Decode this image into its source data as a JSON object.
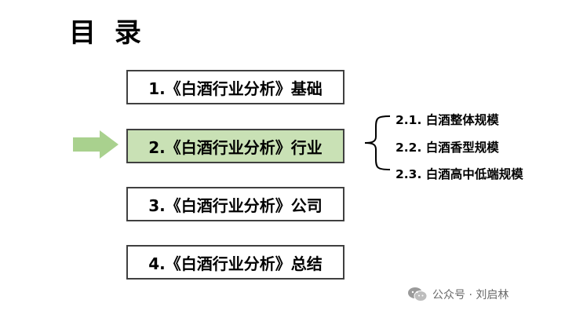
{
  "title": "目 录",
  "menu": [
    {
      "label": "1.《白酒行业分析》基础",
      "active": false
    },
    {
      "label": "2.《白酒行业分析》行业",
      "active": true
    },
    {
      "label": "3.《白酒行业分析》公司",
      "active": false
    },
    {
      "label": "4.《白酒行业分析》总结",
      "active": false
    }
  ],
  "submenu": [
    {
      "label": "2.1. 白酒整体规模"
    },
    {
      "label": "2.2. 白酒香型规模"
    },
    {
      "label": "2.3. 白酒高中低端规模"
    }
  ],
  "footer": {
    "icon": "wechat-icon",
    "text": "公众号 · 刘启林"
  },
  "colors": {
    "active_fill": "#c9e1b5",
    "arrow_fill": "#a9d18e",
    "border": "#404040"
  }
}
